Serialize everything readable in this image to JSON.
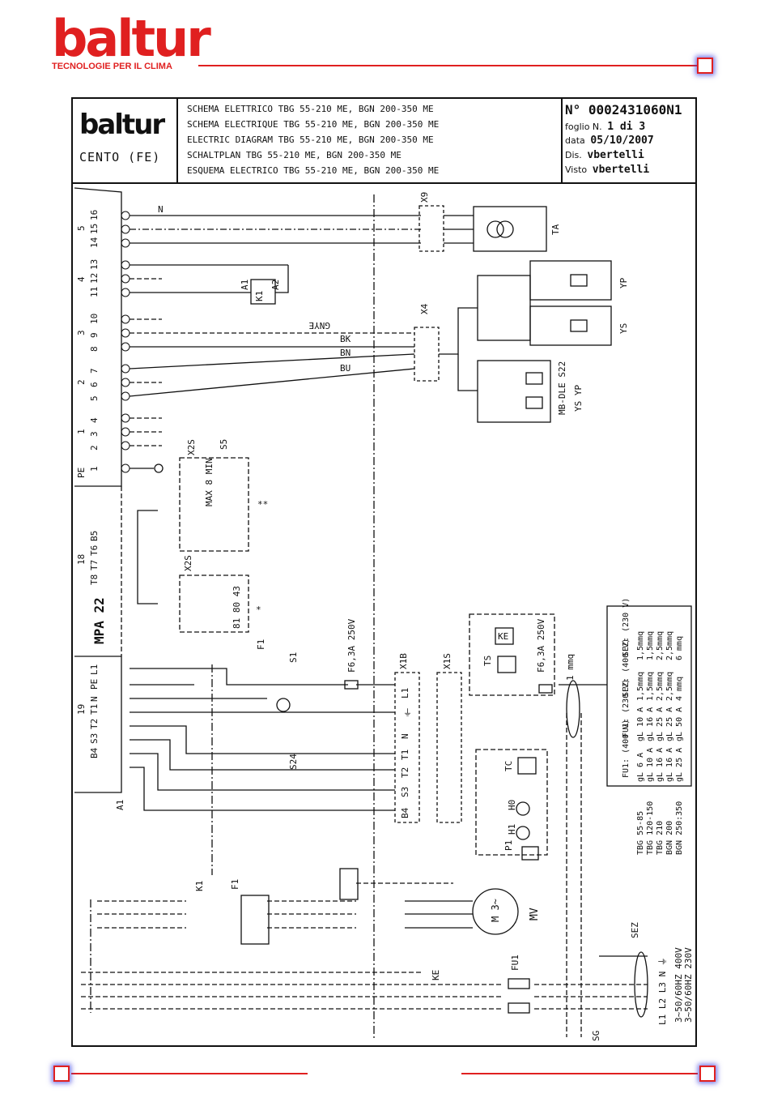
{
  "header": {
    "brand": "baltur",
    "tagline": "TECNOLOGIE PER IL CLIMA"
  },
  "title_block": {
    "brand": "baltur",
    "location": "CENTO (FE)",
    "titles": [
      "SCHEMA ELETTRICO TBG 55-210 ME, BGN 200-350 ME",
      "SCHEMA ELECTRIQUE TBG 55-210 ME, BGN 200-350 ME",
      "ELECTRIC DIAGRAM TBG 55-210 ME, BGN 200-350 ME",
      "SCHALTPLAN TBG 55-210 ME, BGN 200-350 ME",
      "ESQUEMA ELECTRICO TBG 55-210 ME, BGN 200-350 ME"
    ],
    "doc_number": "N° 0002431060N1",
    "sheet_label": "foglio N.",
    "sheet_value": "1 di 3",
    "date_label": "data",
    "date_value": "05/10/2007",
    "drawn_label": "Dis.",
    "drawn_value": "vbertelli",
    "checked_label": "Visto",
    "checked_value": "vbertelli"
  },
  "diagram": {
    "terminal_groups": [
      "5",
      "4",
      "3",
      "2",
      "1",
      "PE",
      "18",
      "19"
    ],
    "terminal_labels": {
      "g5": [
        "16",
        "15",
        "14"
      ],
      "g4": [
        "13",
        "12",
        "11"
      ],
      "g3": [
        "10",
        "9",
        "8"
      ],
      "g2": [
        "7",
        "6",
        "5"
      ],
      "g1": [
        "4",
        "3",
        "2"
      ],
      "pe": "1",
      "g18": [
        "B5",
        "T6",
        "T7",
        "T8"
      ],
      "g19": [
        "L1",
        "PE",
        "N",
        "T1",
        "T2",
        "S3",
        "B4"
      ]
    },
    "controller": "MPA 22",
    "controller_ref": "A1",
    "wire_labels": [
      "GNYE",
      "BK",
      "BN",
      "BU",
      "N"
    ],
    "components": {
      "ta": "TA",
      "x9": "X9",
      "x4": "X4",
      "yp": "YP",
      "ys": "YS",
      "mbdle": "MB-DLE S22",
      "ys_yp": "YS  YP",
      "relay_k1": "K1",
      "relay_a1": "A1",
      "relay_a2": "A2",
      "x2s_top": "X2S",
      "x2s_bottom": "X2S",
      "s5": "S5",
      "max_min": "MAX 8 MIN",
      "stars2": "**",
      "contacts": "81 80 43",
      "star1": "*",
      "f1": "F1",
      "s1": "S1",
      "fuse_main": "F6,3A 250V",
      "x1b": "X1B",
      "x1s": "X1S",
      "ts": "TS",
      "ke_box": "KE",
      "fuse_ts": "F6,3A 250V",
      "cable_size": "1 mmq",
      "s24": "S24",
      "tc": "TC",
      "h0": "H0",
      "h1": "H1",
      "p1": "P1",
      "k1_motor": "K1",
      "f1_motor": "F1",
      "motor": "M 3~",
      "mv": "MV",
      "sez": "SEZ",
      "fu1": "FU1",
      "ke_contact": "KE",
      "sg": "SG",
      "supply_terminals": "L1 L2 L3 N ⏚",
      "supply_400": "3~50/60HZ 400V",
      "supply_230": "3~50/60HZ 230V"
    },
    "terminal_block_rows": [
      "L1",
      "⏚",
      "N",
      "T1",
      "T2",
      "S3",
      "B4"
    ]
  },
  "table": {
    "headers": [
      "",
      "FU1: (400 V)",
      "FU1: (230 V)",
      "SEZ: (400 V)",
      "SEZ: (230 V)"
    ],
    "rows": [
      [
        "TBG 55-85",
        "gL 6 A",
        "gL 10 A",
        "1,5mmq",
        "1,5mmq"
      ],
      [
        "TBG 120-150",
        "gL 10 A",
        "gL 16 A",
        "1,5mmq",
        "1,5mmq"
      ],
      [
        "TBG 210",
        "gL 16 A",
        "gL 25 A",
        "2,5mmq",
        "2,5mmq"
      ],
      [
        "BGN 200",
        "gL 16 A",
        "gL 25 A",
        "2,5mmq",
        "2,5mmq"
      ],
      [
        "BGN 250:350",
        "gL 25 A",
        "gL 50 A",
        "4 mmq",
        "6 mmq"
      ]
    ]
  },
  "colors": {
    "brand_red": "#e02020",
    "ink": "#111111",
    "glow": "#3c3cdc"
  }
}
